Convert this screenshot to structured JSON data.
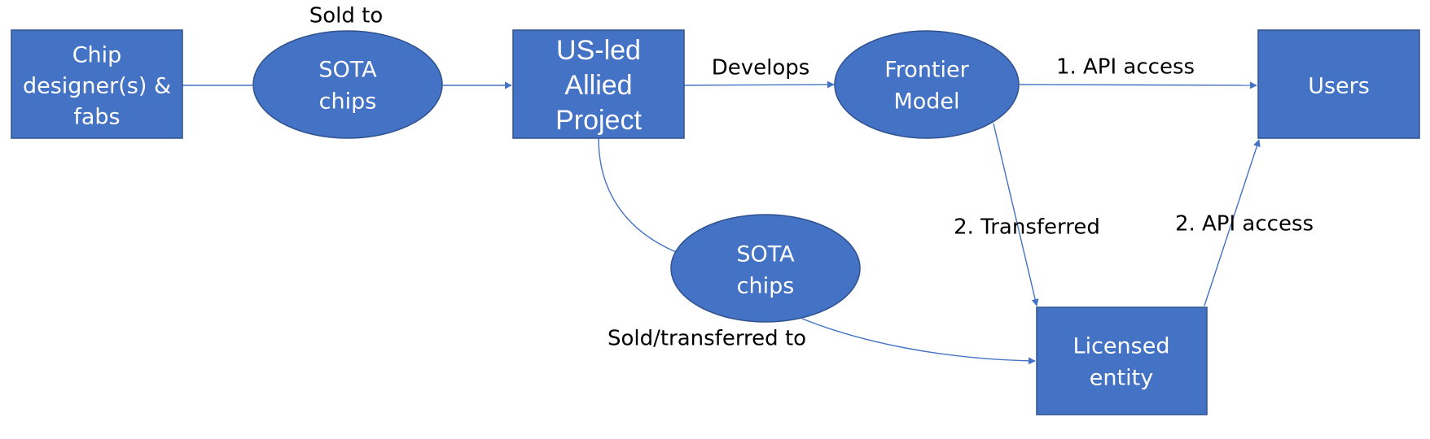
{
  "colors": {
    "node_fill": "#4472C4",
    "node_border": "#2F528F",
    "edge": "#4472C4",
    "node_text": "#FFFFFF",
    "label_text": "#000000"
  },
  "nodes": {
    "chip_designers": {
      "lines": [
        "Chip",
        "designer(s) &",
        "fabs"
      ]
    },
    "sota_chips_top": {
      "lines": [
        "SOTA",
        "chips"
      ]
    },
    "us_project": {
      "lines": [
        "US-led",
        "Allied",
        "Project"
      ]
    },
    "frontier_model": {
      "lines": [
        "Frontier",
        "Model"
      ]
    },
    "users": {
      "lines": [
        "Users"
      ]
    },
    "sota_chips_bottom": {
      "lines": [
        "SOTA",
        "chips"
      ]
    },
    "licensed_entity": {
      "lines": [
        "Licensed",
        "entity"
      ]
    }
  },
  "edge_labels": {
    "sold_to": "Sold to",
    "develops": "Develops",
    "api_access_1": "1. API access",
    "transferred_2": "2. Transferred",
    "api_access_2": "2. API access",
    "sold_transferred_to": "Sold/transferred to"
  }
}
